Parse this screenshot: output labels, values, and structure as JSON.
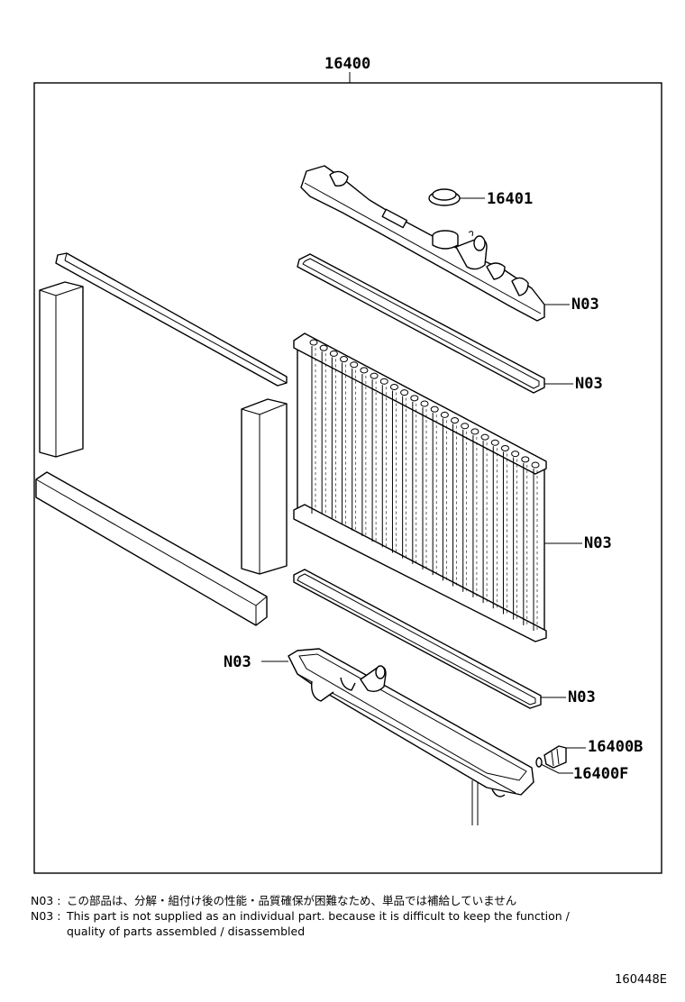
{
  "diagram": {
    "assembly_label": "16400",
    "callouts": {
      "cap": "16401",
      "upper_tank": "N03",
      "upper_gasket": "N03",
      "core": "N03",
      "lower_gasket": "N03",
      "lower_tank": "N03",
      "drain_cock": "16400B",
      "drain_oring": "16400F"
    }
  },
  "notes": [
    {
      "code": "N03",
      "sep": " : ",
      "text": "この部品は、分解・組付け後の性能・品質確保が困難なため、単品では補給していません"
    },
    {
      "code": "N03",
      "sep": " : ",
      "text": "This part is not supplied as an individual part. because it is difficult to keep the function /",
      "continuation": "quality of parts assembled / disassembled"
    }
  ],
  "footer": {
    "figure_code": "160448E"
  }
}
